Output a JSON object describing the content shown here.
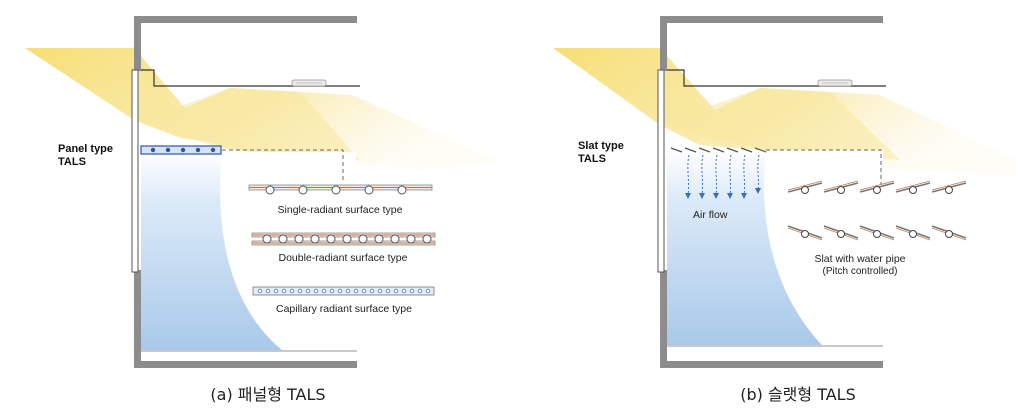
{
  "panel_a": {
    "side_label_line1": "Panel type",
    "side_label_line2": "TALS",
    "details": [
      "Single-radiant surface type",
      "Double-radiant surface type",
      "Capillary radiant surface type"
    ],
    "caption": "(a) 패널형 TALS"
  },
  "panel_b": {
    "side_label_line1": "Slat type",
    "side_label_line2": "TALS",
    "air_flow_label": "Air flow",
    "slat_label_line1": "Slat with water pipe",
    "slat_label_line2": "(Pitch controlled)",
    "caption": "(b) 슬랫형 TALS"
  },
  "colors": {
    "wall": "#8c8c8c",
    "sunlight": "#f7e38a",
    "cool_air": "#bcd7ef",
    "panel_fill": "#4a79c4",
    "pipe": "#c07a4a"
  }
}
